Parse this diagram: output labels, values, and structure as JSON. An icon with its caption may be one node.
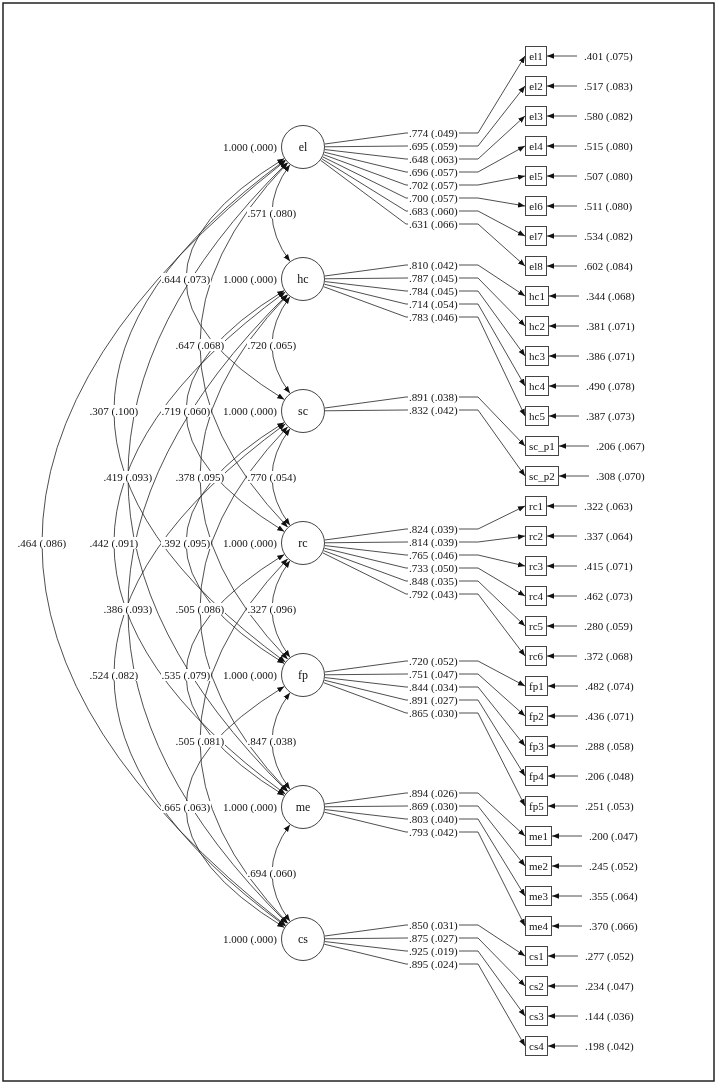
{
  "diagram": {
    "nodes": [
      {
        "text": [
          "el"
        ],
        "beside": [
          "1.000 (.000)"
        ]
      },
      {
        "text": [
          "el1"
        ]
      },
      {
        "text": [
          "el2"
        ]
      },
      {
        "text": [
          "el3"
        ]
      },
      {
        "text": [
          "el4"
        ]
      },
      {
        "text": [
          "el5"
        ]
      },
      {
        "text": [
          "el6"
        ]
      },
      {
        "text": [
          "el7"
        ]
      },
      {
        "text": [
          "el8"
        ]
      },
      {
        "text": [
          "hc"
        ],
        "beside": [
          "1.000 (.000)"
        ]
      },
      {
        "text": [
          "hc1"
        ]
      },
      {
        "text": [
          "hc2"
        ]
      },
      {
        "text": [
          "hc3"
        ]
      },
      {
        "text": [
          "hc4"
        ]
      },
      {
        "text": [
          "hc5"
        ]
      },
      {
        "text": [
          "sc"
        ],
        "beside": [
          "1.000 (.000)"
        ]
      },
      {
        "text": [
          "sc_p1"
        ]
      },
      {
        "text": [
          "sc_p2"
        ]
      },
      {
        "text": [
          "rc"
        ],
        "beside": [
          "1.000 (.000)"
        ]
      },
      {
        "text": [
          "rc1"
        ]
      },
      {
        "text": [
          "rc2"
        ]
      },
      {
        "text": [
          "rc3"
        ]
      },
      {
        "text": [
          "rc4"
        ]
      },
      {
        "text": [
          "rc5"
        ]
      },
      {
        "text": [
          "rc6"
        ]
      },
      {
        "text": [
          "fp"
        ],
        "beside": [
          "1.000 (.000)"
        ]
      },
      {
        "text": [
          "fp1"
        ]
      },
      {
        "text": [
          "fp2"
        ]
      },
      {
        "text": [
          "fp3"
        ]
      },
      {
        "text": [
          "fp4"
        ]
      },
      {
        "text": [
          "fp5"
        ]
      },
      {
        "text": [
          "me"
        ],
        "beside": [
          "1.000 (.000)"
        ]
      },
      {
        "text": [
          "me1"
        ]
      },
      {
        "text": [
          "me2"
        ]
      },
      {
        "text": [
          "me3"
        ]
      },
      {
        "text": [
          "me4"
        ]
      },
      {
        "text": [
          "cs"
        ],
        "beside": [
          "1.000 (.000)"
        ]
      },
      {
        "text": [
          "cs1"
        ]
      },
      {
        "text": [
          "cs2"
        ]
      },
      {
        "text": [
          "cs3"
        ]
      },
      {
        "text": [
          "cs4"
        ]
      }
    ],
    "edges": [
      {
        "from": 0,
        "to": 9,
        "arrow": "both",
        "label": ".571 (.080)"
      },
      {
        "from": 0,
        "to": 15,
        "arrow": "both",
        "label": ".644 (.073)"
      },
      {
        "from": 0,
        "to": 18,
        "arrow": "both",
        "label": ".647 (.068)"
      },
      {
        "from": 9,
        "to": 15,
        "arrow": "both",
        "label": ".720 (.065)"
      },
      {
        "from": 0,
        "to": 25,
        "arrow": "both",
        "label": ".307 (.100)"
      },
      {
        "from": 9,
        "to": 18,
        "arrow": "both",
        "label": ".719 (.060)"
      },
      {
        "from": 0,
        "to": 31,
        "arrow": "both",
        "label": ".419 (.093)"
      },
      {
        "from": 9,
        "to": 25,
        "arrow": "both",
        "label": ".378 (.095)"
      },
      {
        "from": 15,
        "to": 18,
        "arrow": "both",
        "label": ".770 (.054)"
      },
      {
        "from": 0,
        "to": 36,
        "arrow": "both",
        "label": ".464 (.086)"
      },
      {
        "from": 9,
        "to": 31,
        "arrow": "both",
        "label": ".442 (.091)"
      },
      {
        "from": 15,
        "to": 25,
        "arrow": "both",
        "label": ".392 (.095)"
      },
      {
        "from": 9,
        "to": 36,
        "arrow": "both",
        "label": ".386 (.093)"
      },
      {
        "from": 15,
        "to": 31,
        "arrow": "both",
        "label": ".505 (.086)"
      },
      {
        "from": 18,
        "to": 25,
        "arrow": "both",
        "label": ".327 (.096)"
      },
      {
        "from": 15,
        "to": 36,
        "arrow": "both",
        "label": ".524 (.082)"
      },
      {
        "from": 18,
        "to": 31,
        "arrow": "both",
        "label": ".535 (.079)"
      },
      {
        "from": 18,
        "to": 36,
        "arrow": "both",
        "label": ".505 (.081)"
      },
      {
        "from": 25,
        "to": 31,
        "arrow": "both",
        "label": ".847 (.038)"
      },
      {
        "from": 25,
        "to": 36,
        "arrow": "both",
        "label": ".665 (.063)"
      },
      {
        "from": 31,
        "to": 36,
        "arrow": "both",
        "label": ".694 (.060)"
      },
      {
        "from": 0,
        "to": 1,
        "arrow": "to",
        "label": ".774 (.049)"
      },
      {
        "from": 0,
        "to": 2,
        "arrow": "to",
        "label": ".695 (.059)"
      },
      {
        "from": 0,
        "to": 3,
        "arrow": "to",
        "label": ".648 (.063)"
      },
      {
        "from": 0,
        "to": 4,
        "arrow": "to",
        "label": ".696 (.057)"
      },
      {
        "from": 0,
        "to": 5,
        "arrow": "to",
        "label": ".702 (.057)"
      },
      {
        "from": 0,
        "to": 6,
        "arrow": "to",
        "label": ".700 (.057)"
      },
      {
        "from": 0,
        "to": 7,
        "arrow": "to",
        "label": ".683 (.060)"
      },
      {
        "from": 0,
        "to": 8,
        "arrow": "to",
        "label": ".631 (.066)"
      },
      {
        "from": 9,
        "to": 10,
        "arrow": "to",
        "label": ".810 (.042)"
      },
      {
        "from": 9,
        "to": 11,
        "arrow": "to",
        "label": ".787 (.045)"
      },
      {
        "from": 9,
        "to": 12,
        "arrow": "to",
        "label": ".784 (.045)"
      },
      {
        "from": 9,
        "to": 13,
        "arrow": "to",
        "label": ".714 (.054)"
      },
      {
        "from": 9,
        "to": 14,
        "arrow": "to",
        "label": ".783 (.046)"
      },
      {
        "from": 15,
        "to": 16,
        "arrow": "to",
        "label": ".891 (.038)"
      },
      {
        "from": 15,
        "to": 17,
        "arrow": "to",
        "label": ".832 (.042)"
      },
      {
        "from": 18,
        "to": 19,
        "arrow": "to",
        "label": ".824 (.039)"
      },
      {
        "from": 18,
        "to": 20,
        "arrow": "to",
        "label": ".814 (.039)"
      },
      {
        "from": 18,
        "to": 21,
        "arrow": "to",
        "label": ".765 (.046)"
      },
      {
        "from": 18,
        "to": 22,
        "arrow": "to",
        "label": ".733 (.050)"
      },
      {
        "from": 18,
        "to": 23,
        "arrow": "to",
        "label": ".848 (.035)"
      },
      {
        "from": 18,
        "to": 24,
        "arrow": "to",
        "label": ".792 (.043)"
      },
      {
        "from": 25,
        "to": 26,
        "arrow": "to",
        "label": ".720 (.052)"
      },
      {
        "from": 25,
        "to": 27,
        "arrow": "to",
        "label": ".751 (.047)"
      },
      {
        "from": 25,
        "to": 28,
        "arrow": "to",
        "label": ".844 (.034)"
      },
      {
        "from": 25,
        "to": 29,
        "arrow": "to",
        "label": ".891 (.027)"
      },
      {
        "from": 25,
        "to": 30,
        "arrow": "to",
        "label": ".865 (.030)"
      },
      {
        "from": 31,
        "to": 32,
        "arrow": "to",
        "label": ".894 (.026)"
      },
      {
        "from": 31,
        "to": 33,
        "arrow": "to",
        "label": ".869 (.030)"
      },
      {
        "from": 31,
        "to": 34,
        "arrow": "to",
        "label": ".803 (.040)"
      },
      {
        "from": 31,
        "to": 35,
        "arrow": "to",
        "label": ".793 (.042)"
      },
      {
        "from": 36,
        "to": 37,
        "arrow": "to",
        "label": ".850 (.031)"
      },
      {
        "from": 36,
        "to": 38,
        "arrow": "to",
        "label": ".875 (.027)"
      },
      {
        "from": 36,
        "to": 39,
        "arrow": "to",
        "label": ".925 (.019)"
      },
      {
        "from": 36,
        "to": 40,
        "arrow": "to",
        "label": ".895 (.024)"
      },
      {
        "from": null,
        "to": 1,
        "arrow": "to",
        "label": ".401 (.075)"
      },
      {
        "from": null,
        "to": 2,
        "arrow": "to",
        "label": ".517 (.083)"
      },
      {
        "from": null,
        "to": 3,
        "arrow": "to",
        "label": ".580 (.082)"
      },
      {
        "from": null,
        "to": 4,
        "arrow": "to",
        "label": ".515 (.080)"
      },
      {
        "from": null,
        "to": 5,
        "arrow": "to",
        "label": ".507 (.080)"
      },
      {
        "from": null,
        "to": 6,
        "arrow": "to",
        "label": ".511 (.080)"
      },
      {
        "from": null,
        "to": 7,
        "arrow": "to",
        "label": ".534 (.082)"
      },
      {
        "from": null,
        "to": 8,
        "arrow": "to",
        "label": ".602 (.084)"
      },
      {
        "from": null,
        "to": 10,
        "arrow": "to",
        "label": ".344 (.068)"
      },
      {
        "from": null,
        "to": 11,
        "arrow": "to",
        "label": ".381 (.071)"
      },
      {
        "from": null,
        "to": 12,
        "arrow": "to",
        "label": ".386 (.071)"
      },
      {
        "from": null,
        "to": 13,
        "arrow": "to",
        "label": ".490 (.078)"
      },
      {
        "from": null,
        "to": 14,
        "arrow": "to",
        "label": ".387 (.073)"
      },
      {
        "from": null,
        "to": 16,
        "arrow": "to",
        "label": ".206 (.067)"
      },
      {
        "from": null,
        "to": 17,
        "arrow": "to",
        "label": ".308 (.070)"
      },
      {
        "from": null,
        "to": 19,
        "arrow": "to",
        "label": ".322 (.063)"
      },
      {
        "from": null,
        "to": 20,
        "arrow": "to",
        "label": ".337 (.064)"
      },
      {
        "from": null,
        "to": 21,
        "arrow": "to",
        "label": ".415 (.071)"
      },
      {
        "from": null,
        "to": 22,
        "arrow": "to",
        "label": ".462 (.073)"
      },
      {
        "from": null,
        "to": 23,
        "arrow": "to",
        "label": ".280 (.059)"
      },
      {
        "from": null,
        "to": 24,
        "arrow": "to",
        "label": ".372 (.068)"
      },
      {
        "from": null,
        "to": 26,
        "arrow": "to",
        "label": ".482 (.074)"
      },
      {
        "from": null,
        "to": 27,
        "arrow": "to",
        "label": ".436 (.071)"
      },
      {
        "from": null,
        "to": 28,
        "arrow": "to",
        "label": ".288 (.058)"
      },
      {
        "from": null,
        "to": 29,
        "arrow": "to",
        "label": ".206 (.048)"
      },
      {
        "from": null,
        "to": 30,
        "arrow": "to",
        "label": ".251 (.053)"
      },
      {
        "from": null,
        "to": 32,
        "arrow": "to",
        "label": ".200 (.047)"
      },
      {
        "from": null,
        "to": 33,
        "arrow": "to",
        "label": ".245 (.052)"
      },
      {
        "from": null,
        "to": 34,
        "arrow": "to",
        "label": ".355 (.064)"
      },
      {
        "from": null,
        "to": 35,
        "arrow": "to",
        "label": ".370 (.066)"
      },
      {
        "from": null,
        "to": 37,
        "arrow": "to",
        "label": ".277 (.052)"
      },
      {
        "from": null,
        "to": 38,
        "arrow": "to",
        "label": ".234 (.047)"
      },
      {
        "from": null,
        "to": 39,
        "arrow": "to",
        "label": ".144 (.036)"
      },
      {
        "from": null,
        "to": 40,
        "arrow": "to",
        "label": ".198 (.042)"
      }
    ]
  }
}
